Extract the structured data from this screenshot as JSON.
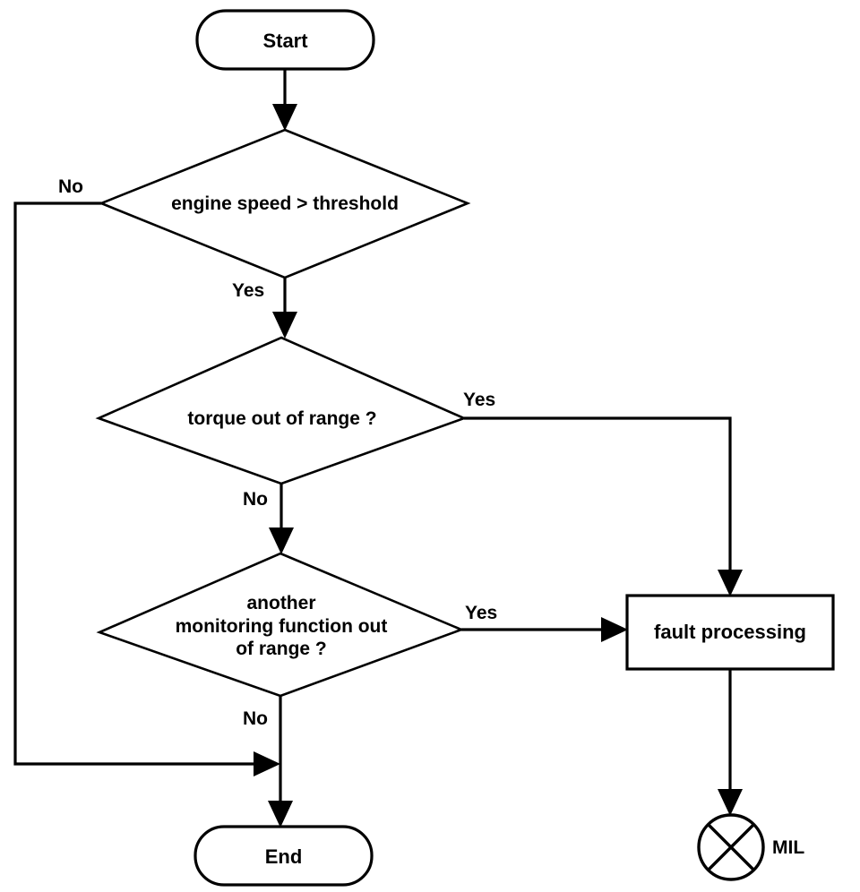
{
  "diagram": {
    "title": "engine monitoring fault detection flowchart",
    "type": "flowchart",
    "stroke_color": "#000000",
    "fill_color": "#ffffff",
    "background": "#ffffff"
  },
  "nodes": {
    "start": {
      "label": "Start",
      "shape": "terminator"
    },
    "decision_speed": {
      "label": "engine speed > threshold",
      "shape": "decision"
    },
    "decision_torque": {
      "label": "torque out of range ?",
      "shape": "decision"
    },
    "decision_monitor": {
      "label": "another\nmonitoring function out\nof range ?",
      "shape": "decision"
    },
    "fault_processing": {
      "label": "fault processing",
      "shape": "process"
    },
    "mil": {
      "label": "MIL",
      "shape": "circle-cross"
    },
    "end": {
      "label": "End",
      "shape": "terminator"
    }
  },
  "edge_labels": {
    "speed_no": "No",
    "speed_yes": "Yes",
    "torque_yes": "Yes",
    "torque_no": "No",
    "monitor_yes": "Yes",
    "monitor_no": "No"
  }
}
